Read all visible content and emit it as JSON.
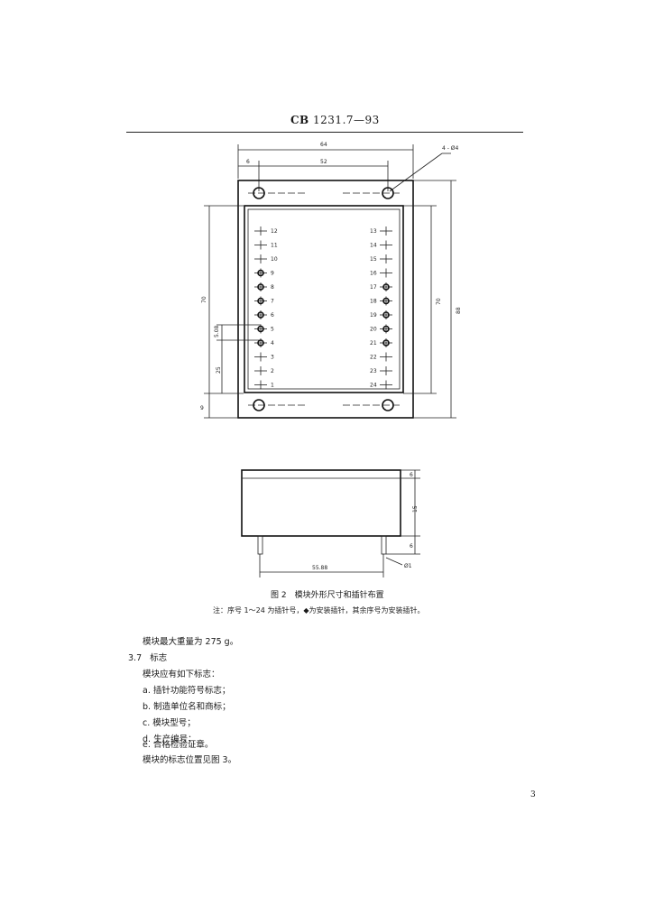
{
  "header": {
    "code_prefix": "CB",
    "code_number": "1231.7—93"
  },
  "figure": {
    "dims": {
      "width_total": "64",
      "left_offset": "6",
      "hole_spacing": "52",
      "holes": "4 - Ø4",
      "inner_height": "70",
      "outer_height": "88",
      "pitch": "5.08",
      "left_low": "25",
      "bottom_offset": "9",
      "side_top": "6",
      "side_height": "15",
      "side_pin": "6",
      "pin_span": "55.88",
      "pin_dia": "Ø1"
    },
    "pins_left": [
      "12",
      "11",
      "10",
      "9",
      "8",
      "7",
      "6",
      "5",
      "4",
      "3",
      "2",
      "1"
    ],
    "pins_right": [
      "13",
      "14",
      "15",
      "16",
      "17",
      "18",
      "19",
      "20",
      "21",
      "22",
      "23",
      "24"
    ],
    "caption": "图 2　模块外形尺寸和插针布置",
    "note": "注：序号 1～24 为插针号，◆为安装插针，其余序号为安装插针。"
  },
  "body": {
    "weight": "模块最大重量为 275 g。",
    "section_number": "3.7",
    "section_title": "标志",
    "intro": "模块应有如下标志：",
    "items": [
      "a.  插针功能符号标志；",
      "b.  制造单位名和商标；",
      "c.  模块型号；",
      "d.  生产编号；",
      "e.  合格检验证章。"
    ],
    "reference": "模块的标志位置见图 3。"
  },
  "page_number": "3"
}
